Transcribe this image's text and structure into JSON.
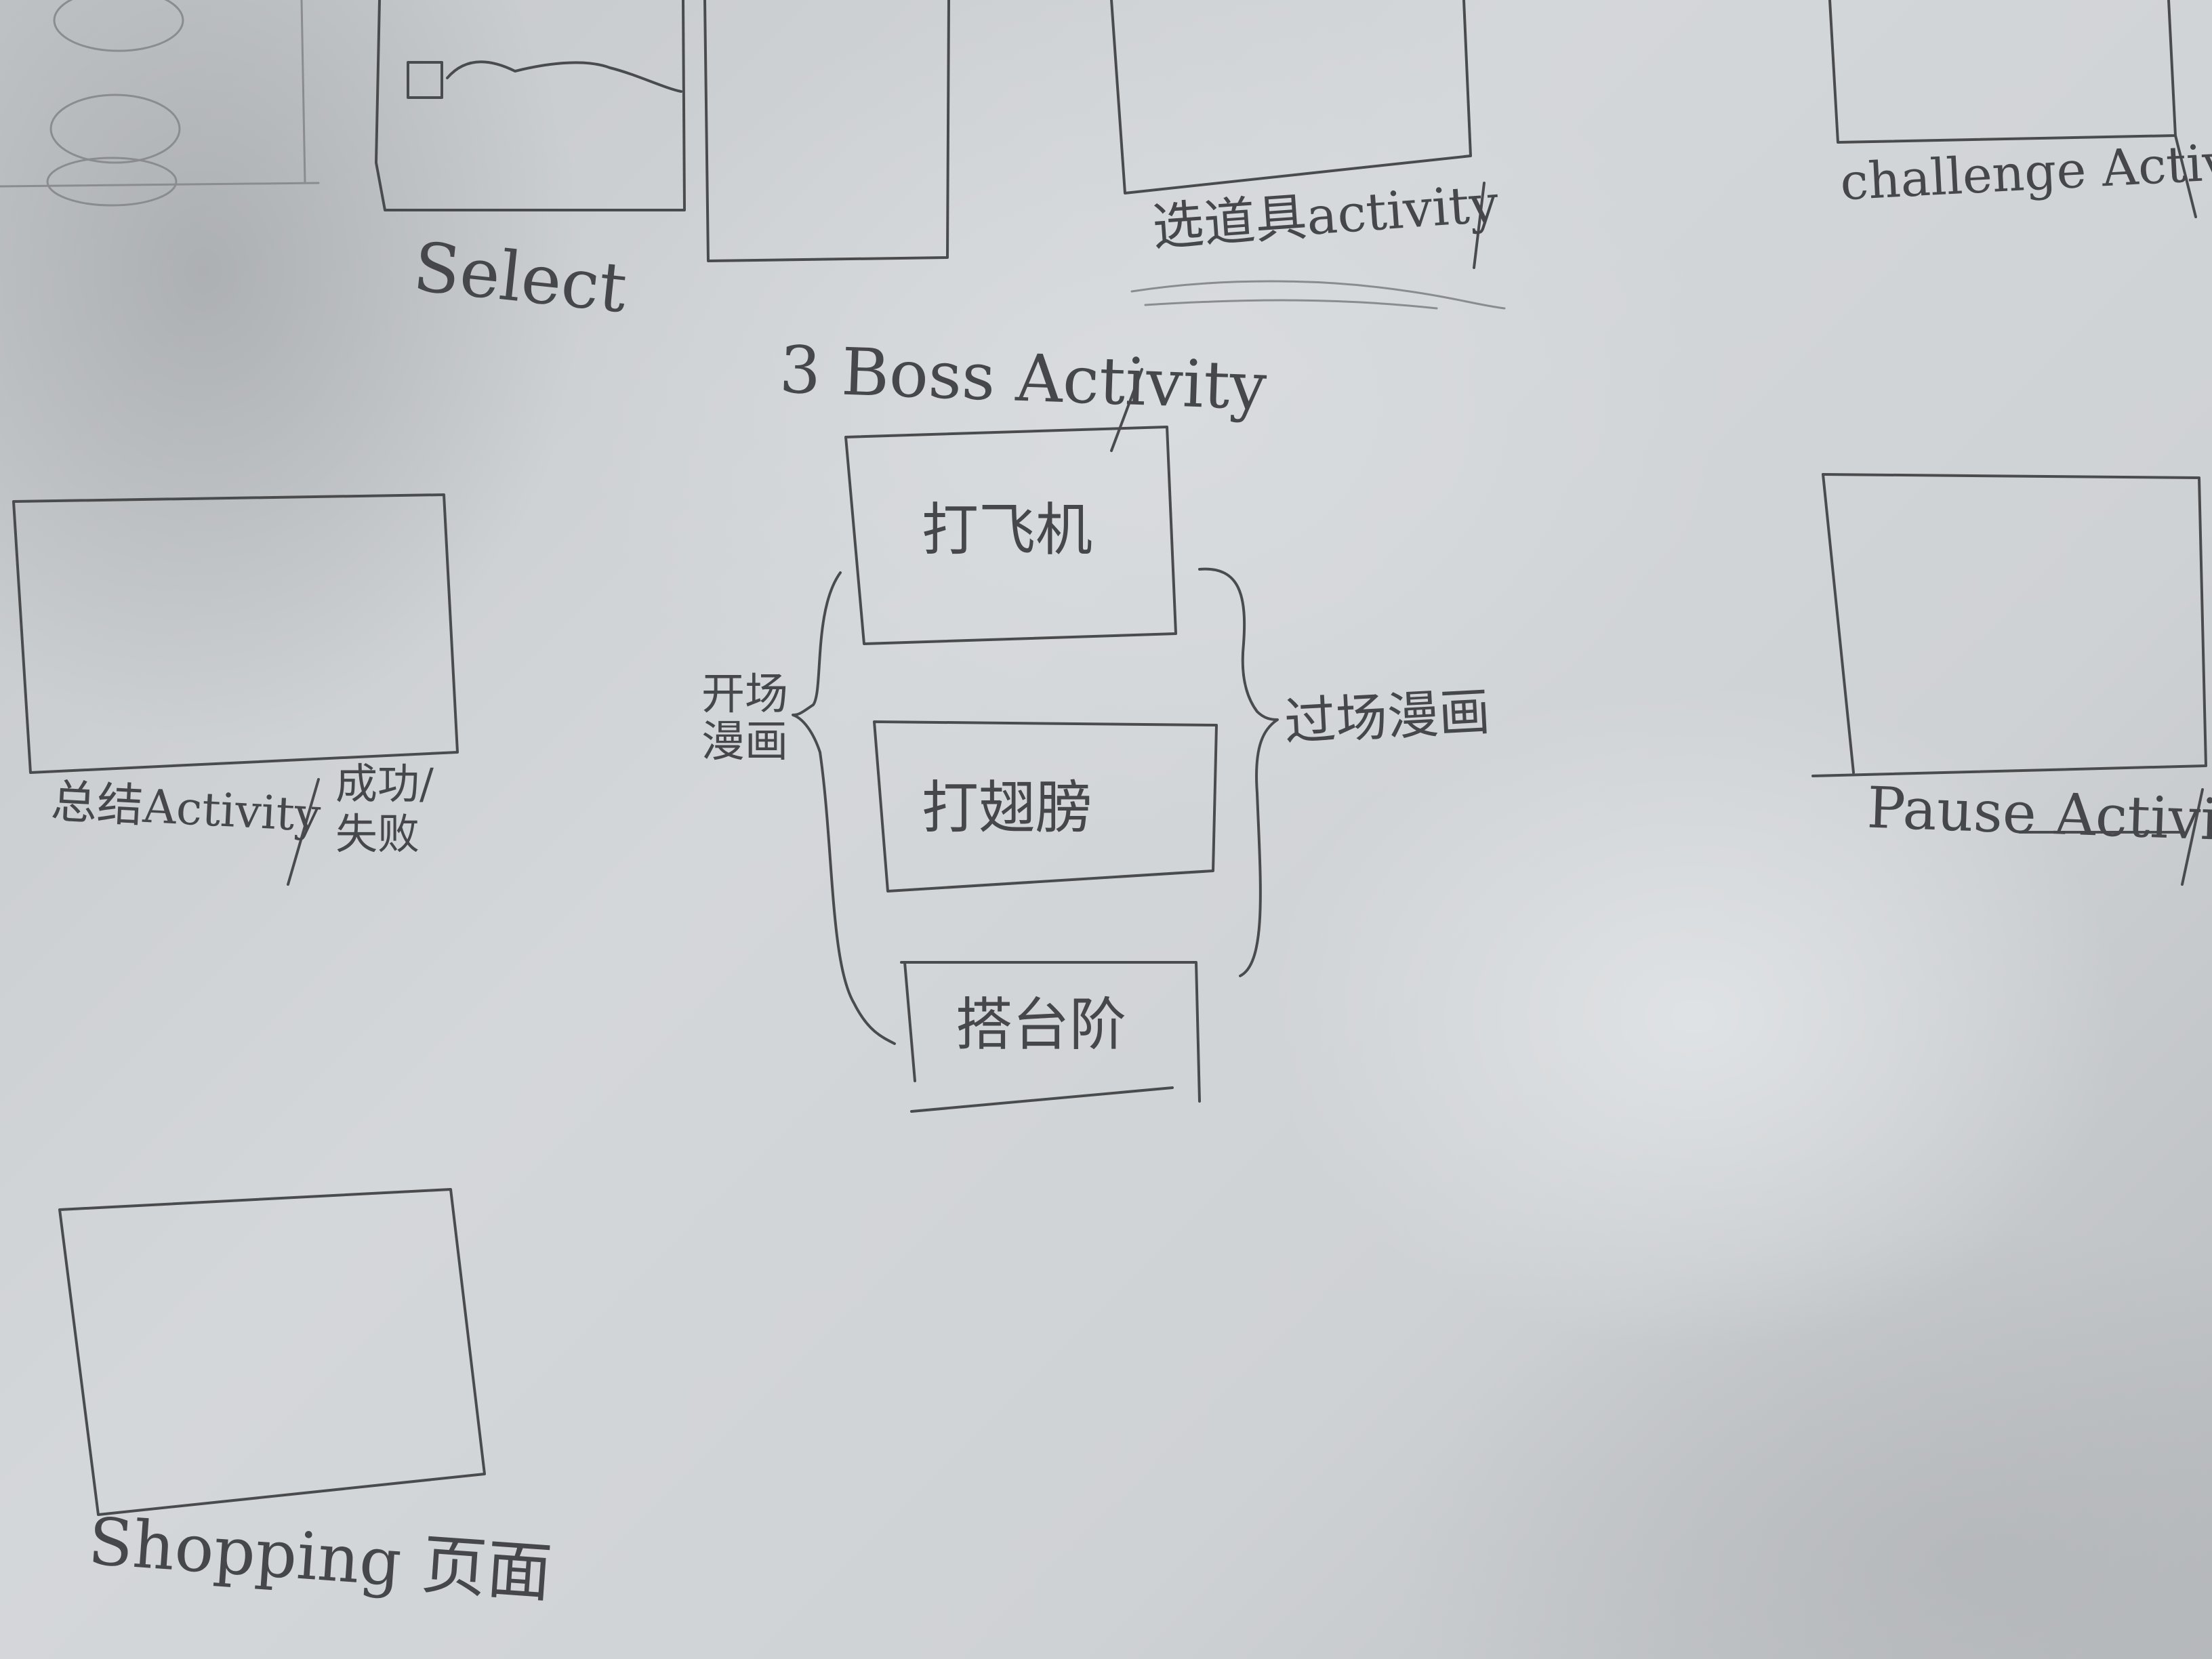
{
  "labels": {
    "select": "Select",
    "props_activity": "选道具activity",
    "challenge_activity": "challenge Activity",
    "boss_activity": "3 Boss Activity",
    "box_plane": "打飞机",
    "box_wings": "打翅膀",
    "box_steps": "搭台阶",
    "brace_left": "开场漫画",
    "brace_right": "过场漫画",
    "summary_activity": "总结Activity",
    "summary_result": "成功/失败",
    "pause_activity": "Pause Activity",
    "shopping_page": "Shopping 页面"
  }
}
